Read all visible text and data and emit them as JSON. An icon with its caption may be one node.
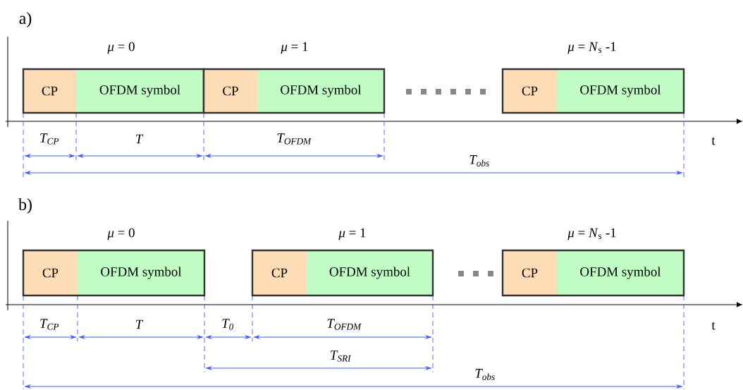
{
  "diagram": {
    "nodes": [
      {
        "text": [
          "*μ* = 0"
        ]
      },
      {
        "text": [
          "CP"
        ],
        "in": 0
      },
      {
        "text": [
          "OFDM symbol"
        ],
        "in": 0
      },
      {
        "text": [
          "*μ* = 1"
        ]
      },
      {
        "text": [
          "CP"
        ],
        "in": 3
      },
      {
        "text": [
          "OFDM symbol"
        ],
        "in": 3
      },
      {
        "text": [
          "*μ* = *N*$_{s}$ -1"
        ]
      },
      {
        "text": [
          "CP"
        ],
        "in": 6
      },
      {
        "text": [
          "OFDM symbol"
        ],
        "in": 6
      },
      {
        "text": [
          "*μ* = 0"
        ]
      },
      {
        "text": [
          "CP"
        ],
        "in": 9
      },
      {
        "text": [
          "OFDM symbol"
        ],
        "in": 9
      },
      {
        "text": [
          "*μ* = 1"
        ]
      },
      {
        "text": [
          "CP"
        ],
        "in": 12
      },
      {
        "text": [
          "OFDM symbol"
        ],
        "in": 12
      },
      {
        "text": [
          "*μ* = *N*$_{s}$ -1"
        ]
      },
      {
        "text": [
          "CP"
        ],
        "in": 15
      },
      {
        "text": [
          "OFDM symbol"
        ],
        "in": 15
      }
    ],
    "labels": [
      "a)",
      "T$_{CP}$",
      "T",
      "T$_{OFDM}$",
      "t",
      "T$_{obs}$",
      "b)",
      "T$_{CP}$",
      "T",
      "T$_{0}$",
      "T$_{OFDM}$",
      "t",
      "T$_{SRI}$",
      "T$_{obs}$"
    ]
  }
}
